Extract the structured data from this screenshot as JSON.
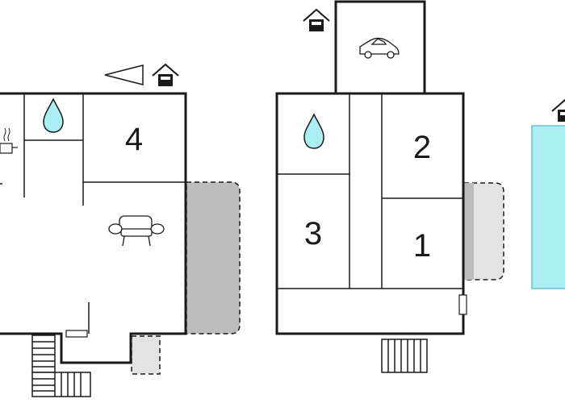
{
  "floor_plan": {
    "rooms": [
      {
        "number": "4"
      },
      {
        "number": "2"
      },
      {
        "number": "3"
      },
      {
        "number": "1"
      }
    ],
    "icons": {
      "bathroom": "water-drop-icon",
      "living": "sofa-icon",
      "kitchen": "stove-icon",
      "garage": "car-icon",
      "entrance": "house-entrance-icon",
      "view": "view-direction-icon"
    },
    "colors": {
      "wall": "#1a1a1a",
      "water": "#a9eef3",
      "terrace": "#bdbdbd",
      "terrace_light": "#e3e3e3"
    }
  }
}
